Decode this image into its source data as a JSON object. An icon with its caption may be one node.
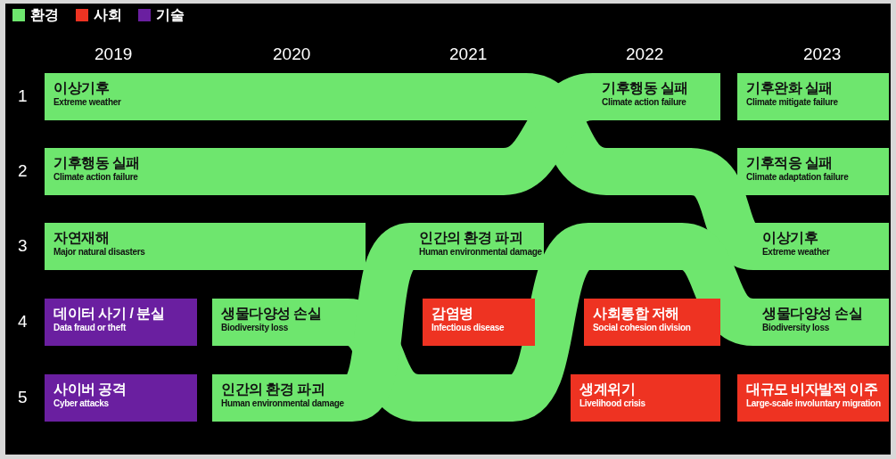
{
  "diagram": {
    "nodes": [
      {
        "text": [
          "이상기후",
          "Extreme weather"
        ]
      },
      {
        "text": [
          "기후행동 실패",
          "Climate action failure"
        ]
      },
      {
        "text": [
          "자연재해",
          "Major natural disasters"
        ]
      },
      {
        "text": [
          "데이터 사기 / 분실",
          "Data fraud or theft"
        ]
      },
      {
        "text": [
          "사이버 공격",
          "Cyber attacks"
        ]
      },
      {
        "text": [
          "생물다양성 손실",
          "Biodiversity loss"
        ]
      },
      {
        "text": [
          "인간의 환경 파괴",
          "Human environmental damage"
        ]
      },
      {
        "text": [
          "인간의 환경 파괴",
          "Human environmental damage"
        ]
      },
      {
        "text": [
          "감염병",
          "Infectious disease"
        ]
      },
      {
        "text": [
          "기후행동 실패",
          "Climate action failure"
        ]
      },
      {
        "text": [
          "사회통합 저해",
          "Social cohesion division"
        ]
      },
      {
        "text": [
          "생계위기",
          "Livelihood crisis"
        ]
      },
      {
        "text": [
          "기후완화 실패",
          "Climate mitigate failure"
        ]
      },
      {
        "text": [
          "기후적응 실패",
          "Climate adaptation failure"
        ]
      },
      {
        "text": [
          "이상기후",
          "Extreme weather"
        ]
      },
      {
        "text": [
          "생물다양성 손실",
          "Biodiversity loss"
        ]
      },
      {
        "text": [
          "대규모 비자발적 이주",
          "Large-scale involuntary migration"
        ]
      }
    ],
    "edges": [
      {
        "from": 0,
        "to": 14,
        "arrow": "none"
      },
      {
        "from": 1,
        "to": 9,
        "arrow": "none"
      },
      {
        "from": 5,
        "to": 15,
        "arrow": "none"
      },
      {
        "from": 6,
        "to": 7,
        "arrow": "none"
      }
    ],
    "labels": [
      "2019",
      "2020",
      "2021",
      "2022",
      "2023",
      "1",
      "2",
      "3",
      "4",
      "5"
    ],
    "legend": [
      {
        "text": "환경",
        "color": "#6ee66e"
      },
      {
        "text": "사회",
        "color": "#ee3322"
      },
      {
        "text": "기술",
        "color": "#6a1fa0"
      }
    ]
  }
}
